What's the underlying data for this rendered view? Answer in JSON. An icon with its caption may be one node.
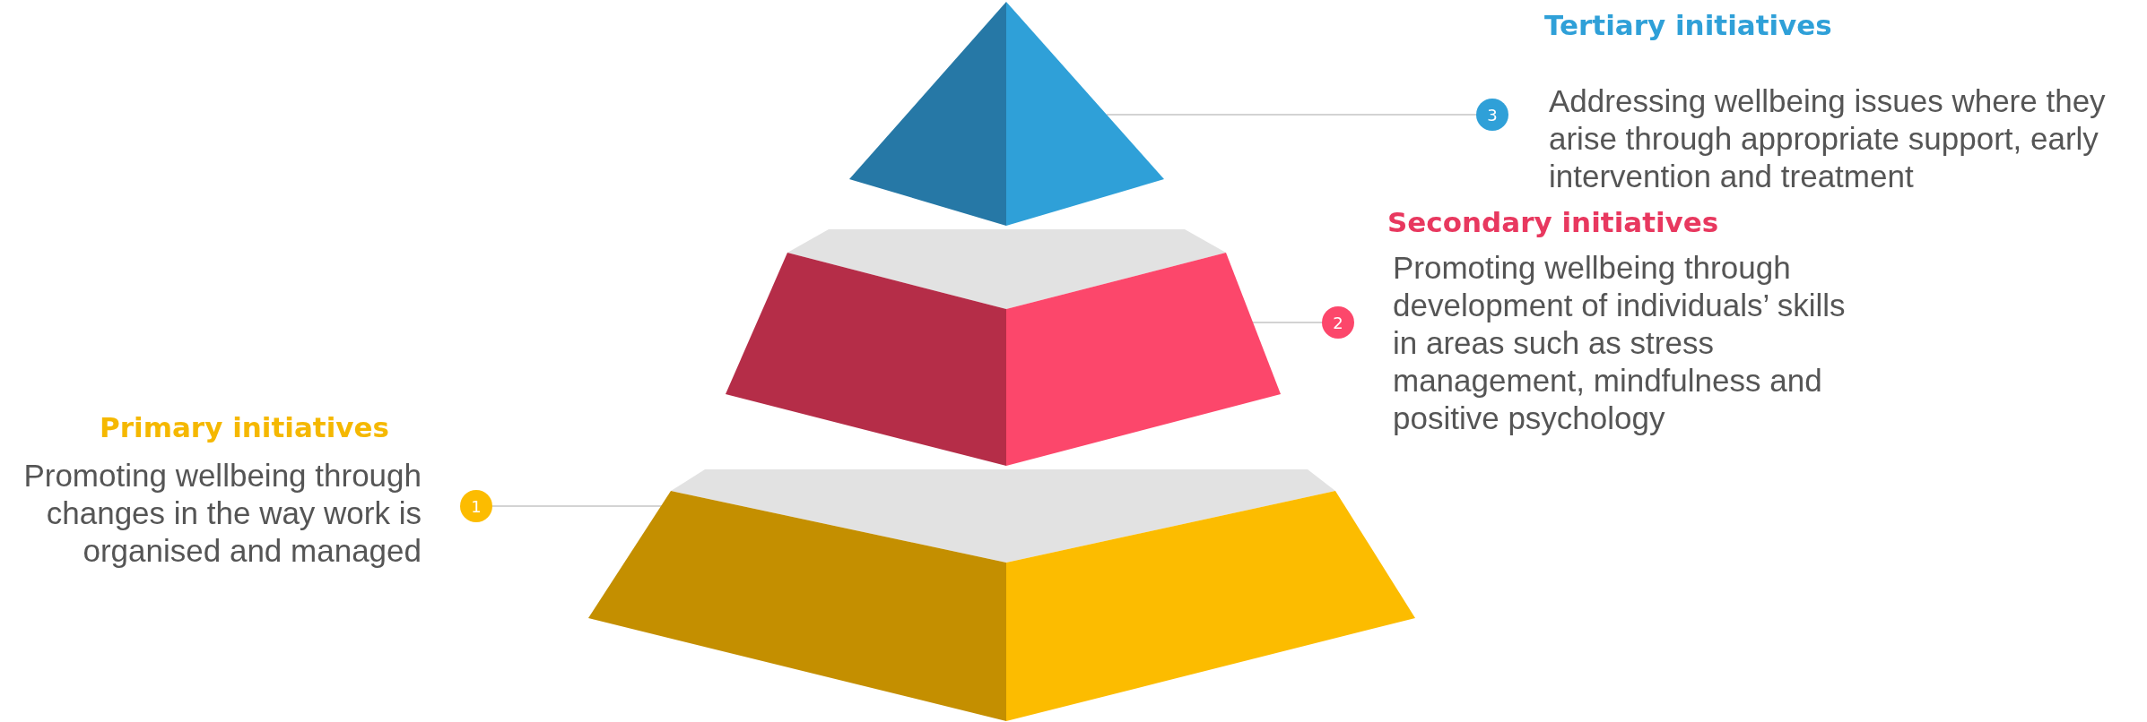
{
  "diagram": {
    "nodes": [
      {
        "text": [],
        "shape": "triangle"
      },
      {
        "text": [
          "3"
        ]
      },
      {
        "text": [],
        "shape": "trapezoid"
      },
      {
        "text": [
          "2"
        ]
      },
      {
        "text": [],
        "shape": "trapezoid"
      },
      {
        "text": [
          "1"
        ]
      }
    ],
    "edges": [
      {
        "from": 1,
        "to": 0,
        "arrow": "none"
      },
      {
        "from": 3,
        "to": 2,
        "arrow": "none"
      },
      {
        "from": 5,
        "to": 4,
        "arrow": "none"
      }
    ],
    "labels": [
      "Tertiary initiatives",
      "Addressing wellbeing issues where they arise through appropriate support, early intervention and treatment",
      "Secondary initiatives",
      "Promoting wellbeing through development of individuals’ skills in areas such as stress management, mindfulness and positive psychology",
      "Primary initiatives",
      "Promoting wellbeing through changes in the way work is organised and managed"
    ]
  }
}
